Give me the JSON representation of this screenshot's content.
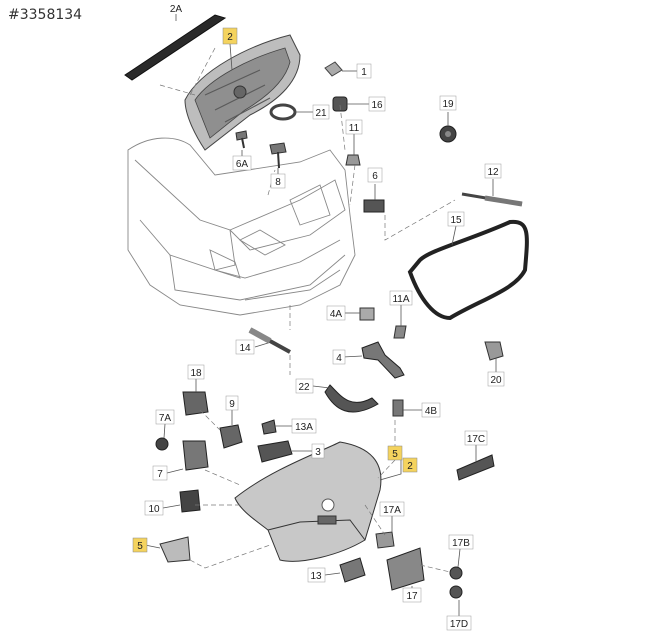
{
  "ref_number": "#3358134",
  "labels": {
    "l2A": "2A",
    "l2top": "2",
    "l1": "1",
    "l16": "16",
    "l21": "21",
    "l19": "19",
    "l11": "11",
    "l6A": "6A",
    "l8": "8",
    "l6": "6",
    "l12": "12",
    "l15": "15",
    "l4A": "4A",
    "l11A": "11A",
    "l14": "14",
    "l4": "4",
    "l20": "20",
    "l22": "22",
    "l4B": "4B",
    "l18": "18",
    "l9": "9",
    "l7A": "7A",
    "l13A": "13A",
    "l3": "3",
    "l17C": "17C",
    "l7": "7",
    "l5a": "5",
    "l2b": "2",
    "l10": "10",
    "l17A": "17A",
    "l5b": "5",
    "l17B": "17B",
    "l13": "13",
    "l17": "17",
    "l17D": "17D"
  },
  "colors": {
    "highlight": "#f4d35e",
    "part": "#5a5a5a",
    "body": "#d8d8d8"
  }
}
